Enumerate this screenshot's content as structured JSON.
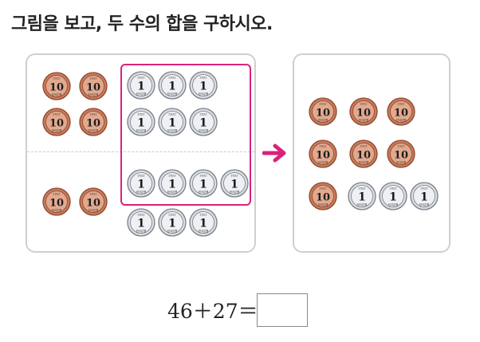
{
  "question": {
    "title": "그림을 보고, 두 수의 합을 구하시오."
  },
  "coins": {
    "ten_label": "10",
    "one_label": "1",
    "year": "2022",
    "mint": "한국은행",
    "ten_color": "#c97a5a",
    "one_color": "#d9dde2"
  },
  "left_panel": {
    "top_row": {
      "tens": 4,
      "ones": 6
    },
    "bottom_row": {
      "tens": 2,
      "ones": 7
    }
  },
  "right_panel": {
    "tens": 7,
    "ones": 3
  },
  "arrow_color": "#d9237d",
  "equation": {
    "text": "46＋27＝",
    "answer": ""
  }
}
